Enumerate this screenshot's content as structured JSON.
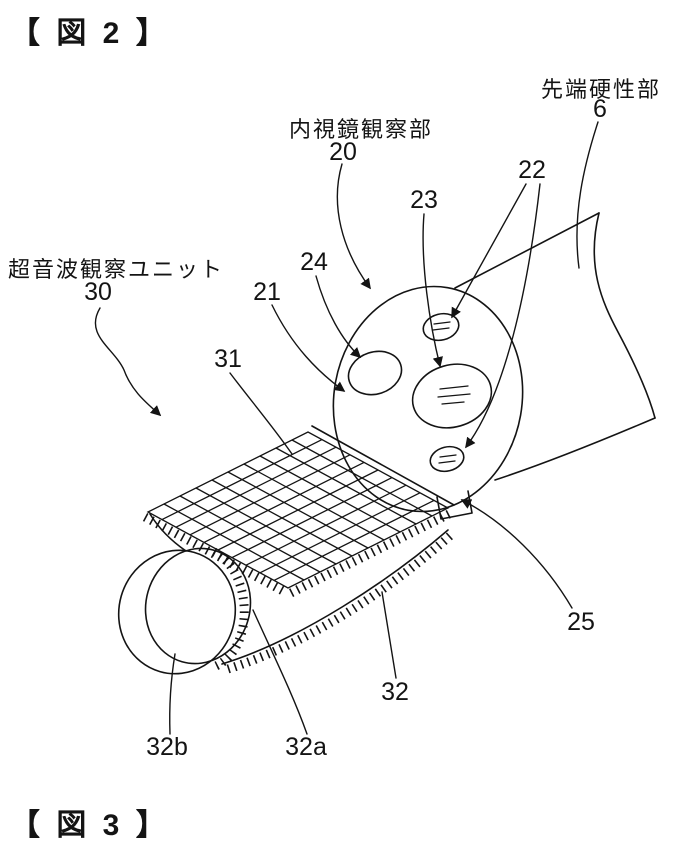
{
  "figure2": {
    "title": "【 図 2 】"
  },
  "figure3": {
    "title": "【 図 3 】"
  },
  "annotations": {
    "distal_rigid": {
      "label": "先端硬性部",
      "ref": "6"
    },
    "endoscope_view": {
      "label": "内視鏡観察部",
      "ref": "20"
    },
    "ultrasound_unit": {
      "label": "超音波観察ユニット",
      "ref": "30"
    },
    "r21": "21",
    "r22": "22",
    "r23": "23",
    "r24": "24",
    "r25": "25",
    "r31": "31",
    "r32": "32",
    "r32a": "32a",
    "r32b": "32b"
  },
  "colors": {
    "ink": "#141414",
    "paper": "#ffffff"
  }
}
